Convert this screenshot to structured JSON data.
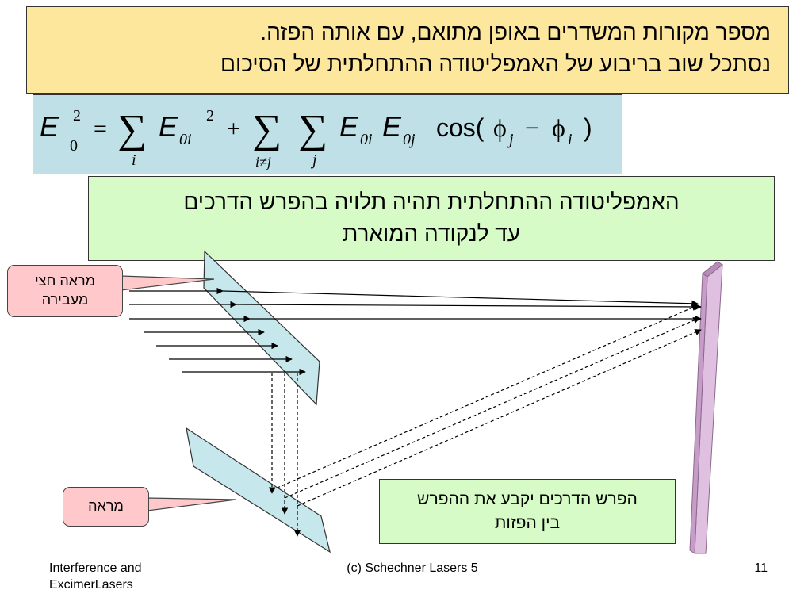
{
  "title": {
    "line1": "מספר מקורות  המשדרים באופן מתואם, עם אותה הפזה.",
    "line2": "נסתכל שוב בריבוע של האמפליטודה ההתחלתית של הסיכום"
  },
  "formula": {
    "E": "E",
    "zero": "0",
    "two": "2",
    "equals": "=",
    "plus": "+",
    "minus": "−",
    "sigma": "∑",
    "i": "i",
    "j": "j",
    "i_neq_j": "i≠j",
    "zero_i": "0i",
    "zero_j": "0j",
    "cos": "cos(",
    "phi": "ϕ",
    "close": ")"
  },
  "note": {
    "line1": "האמפליטודה ההתחלתית תהיה תלויה בהפרש הדרכים",
    "line2": "עד לנקודה המוארת"
  },
  "callouts": {
    "half_mirror_line1": "מראה חצי",
    "half_mirror_line2": "מעבירה",
    "mirror": "מראה"
  },
  "path_note": {
    "line1": "הפרש הדרכים יקבע את ההפרש",
    "line2": "בין הפזות"
  },
  "footer": {
    "left_line1": "Interference and",
    "left_line2": "ExcimerLasers",
    "center": "(c) Schechner  Lasers 5",
    "page_number": "11"
  },
  "colors": {
    "title_bg": "#fde79c",
    "formula_bg": "#bfe0e6",
    "note_bg": "#d6fbc6",
    "callout_bg": "#ffc9cc",
    "mirror_fill": "#c6e8ec",
    "screen_fill": "#d9b6d9"
  }
}
